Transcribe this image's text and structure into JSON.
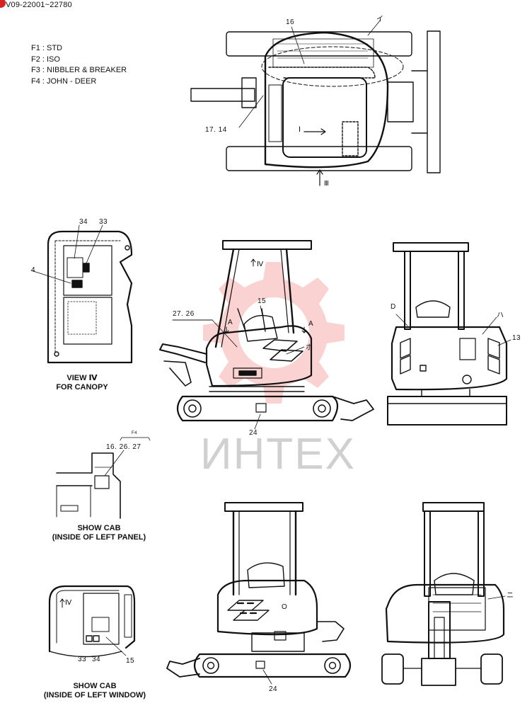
{
  "header": {
    "serial_range": "V09-22001~22780"
  },
  "legend": [
    "F1 :  STD",
    "F2 : ISO",
    "F3 : NIBBLER & BREAKER",
    "F4 : JOHN - DEER"
  ],
  "captions": {
    "view_canopy_line1": "VIEW Ⅳ",
    "view_canopy_line2": "FOR CANOPY",
    "cab_left_panel_line1": "SHOW CAB",
    "cab_left_panel_line2": "(INSIDE OF LEFT PANEL)",
    "cab_left_window_line1": "SHOW CAB",
    "cab_left_window_line2": "(INSIDE OF LEFT WINDOW)"
  },
  "callouts": {
    "top_16": "16",
    "top_i": "イ",
    "top_1714": "17. 14",
    "top_view_I": "I",
    "top_view_III": "Ⅲ",
    "canopy_34": "34",
    "canopy_33": "33",
    "canopy_4": "4",
    "side_view_IV": "Ⅳ",
    "side_15": "15",
    "side_2726": "27. 26",
    "side_A1": "A",
    "side_A2": "A",
    "side_ho": "ホ",
    "side_24": "24",
    "rear_D": "D",
    "rear_ha": "ハ",
    "rear_13": "13",
    "panel_f4": "F4",
    "panel_162627": "16. 26. 27",
    "window_IV": "Ⅳ",
    "window_33": "33",
    "window_34": "34",
    "window_15": "15",
    "front_24": "24",
    "front_ni": "ニ",
    "front_o": "O"
  },
  "watermark": {
    "text": "ИНТЕХ",
    "color": "#e3342f"
  }
}
